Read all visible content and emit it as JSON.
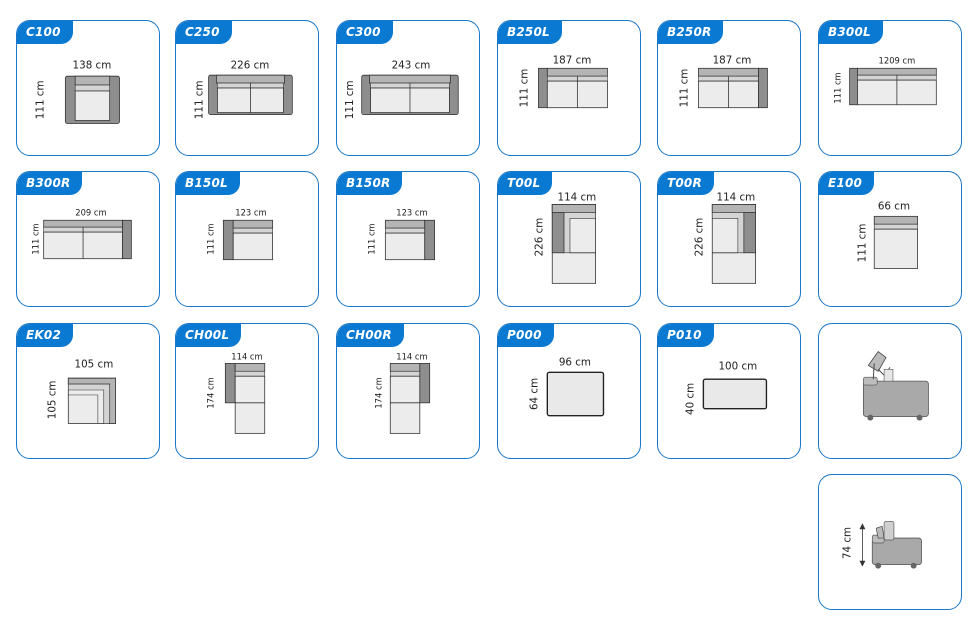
{
  "modules": [
    {
      "code": "C100",
      "width": "138 cm",
      "depth": "111 cm"
    },
    {
      "code": "C250",
      "width": "226 cm",
      "depth": "111 cm"
    },
    {
      "code": "C300",
      "width": "243 cm",
      "depth": "111 cm"
    },
    {
      "code": "B250L",
      "width": "187 cm",
      "depth": "111 cm"
    },
    {
      "code": "B250R",
      "width": "187 cm",
      "depth": "111 cm"
    },
    {
      "code": "B300L",
      "width": "1209 cm",
      "depth": "111 cm"
    },
    {
      "code": "B300R",
      "width": "209 cm",
      "depth": "111 cm"
    },
    {
      "code": "B150L",
      "width": "123 cm",
      "depth": "111 cm"
    },
    {
      "code": "B150R",
      "width": "123 cm",
      "depth": "111 cm"
    },
    {
      "code": "T00L",
      "width": "114 cm",
      "depth": "226 cm"
    },
    {
      "code": "T00R",
      "width": "114 cm",
      "depth": "226 cm"
    },
    {
      "code": "E100",
      "width": "66 cm",
      "depth": "111 cm"
    },
    {
      "code": "EK02",
      "width": "105 cm",
      "depth": "105 cm"
    },
    {
      "code": "CH00L",
      "width": "114 cm",
      "depth": "174 cm"
    },
    {
      "code": "CH00R",
      "width": "114 cm",
      "depth": "174 cm"
    },
    {
      "code": "P000",
      "width": "96 cm",
      "depth": "64 cm"
    },
    {
      "code": "P010",
      "width": "100 cm",
      "depth": "40 cm"
    }
  ],
  "side_view": {
    "height": "74 cm"
  },
  "colors": {
    "border": "#1976c8",
    "tag": "#0a79d1",
    "arm": "#8e8e8e",
    "seat": "#ececec"
  }
}
